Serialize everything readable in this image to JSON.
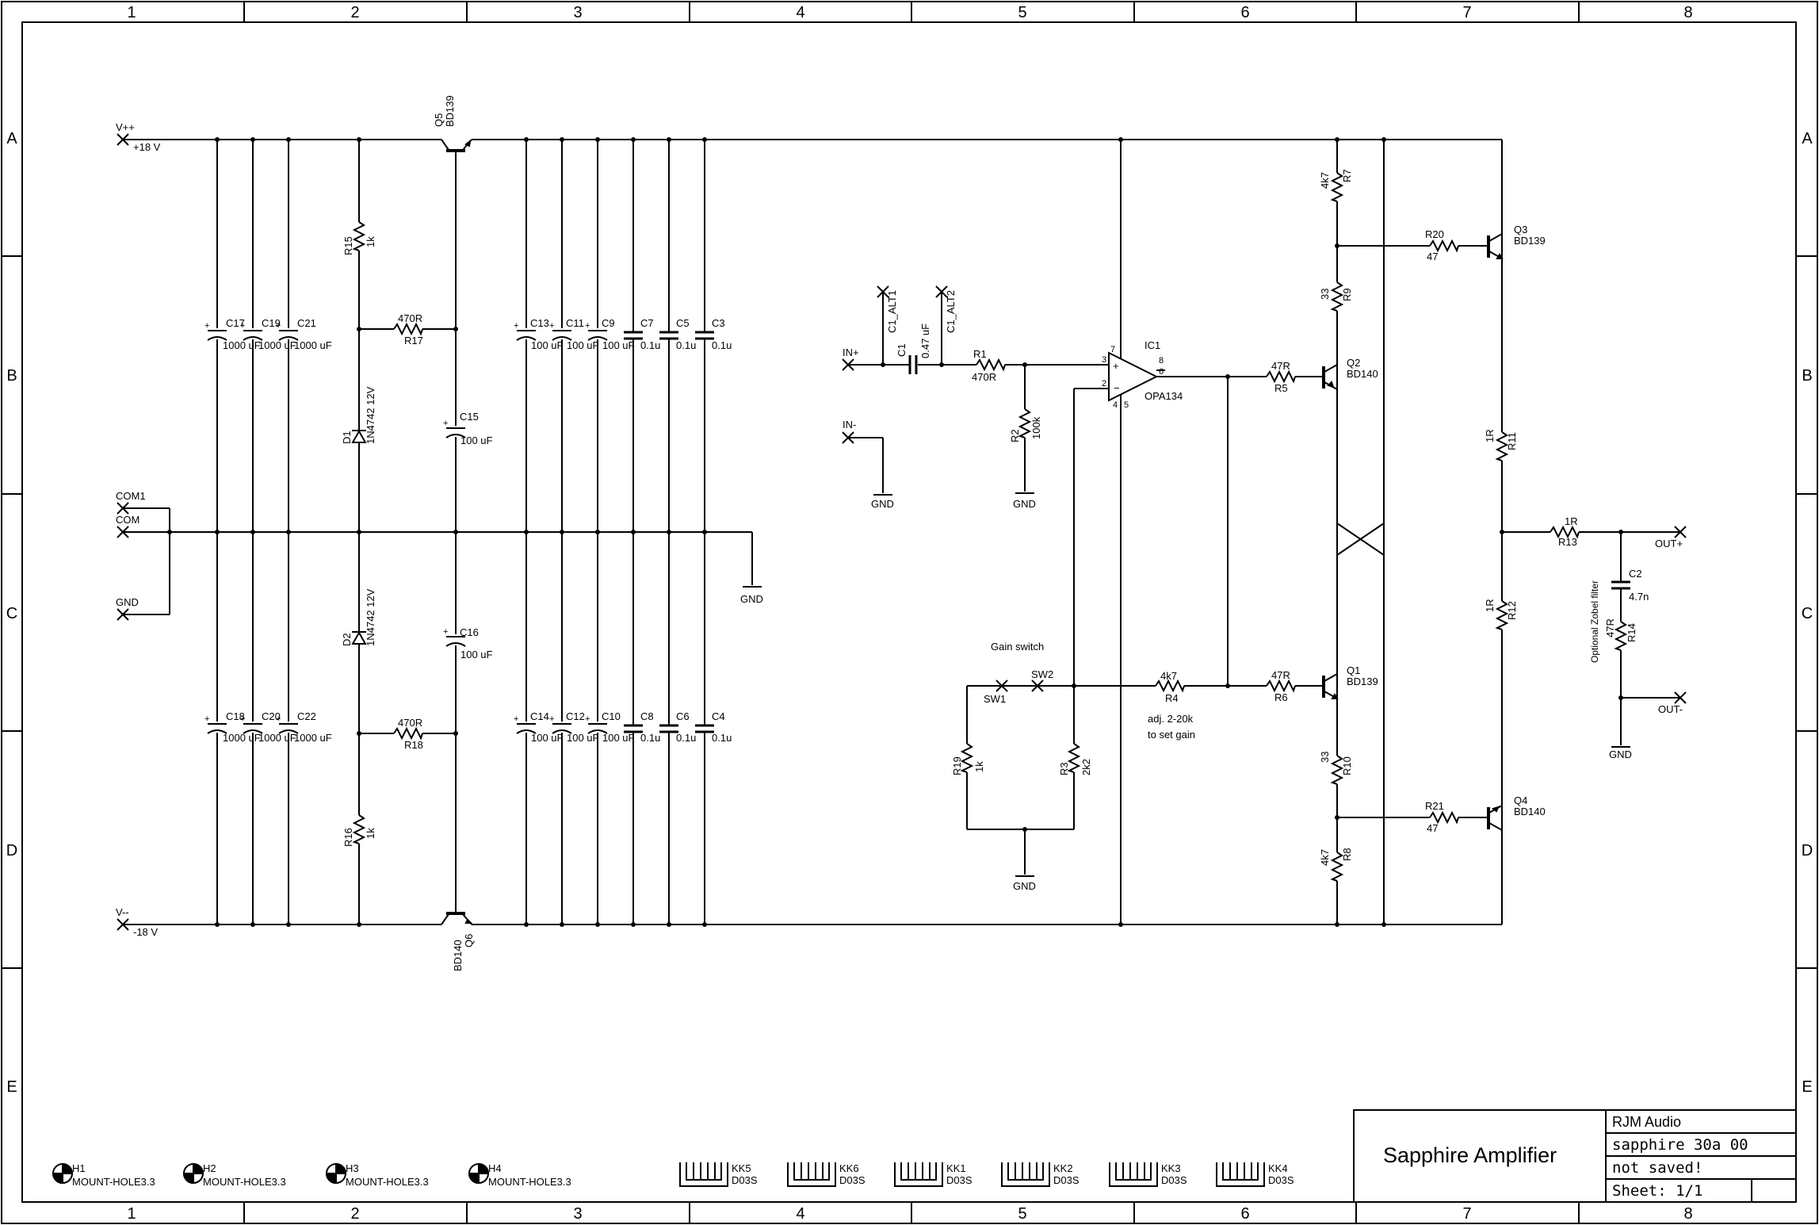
{
  "frame": {
    "columns": [
      "1",
      "2",
      "3",
      "4",
      "5",
      "6",
      "7",
      "8"
    ],
    "rows": [
      "A",
      "B",
      "C",
      "D",
      "E"
    ]
  },
  "title_block": {
    "title": "Sapphire Amplifier",
    "company": "RJM Audio",
    "doc_number": "sapphire 30a 00",
    "save_status": "not saved!",
    "sheet": "Sheet: 1/1"
  },
  "power": {
    "vpp_label": "V++",
    "vpp_value": "+18 V",
    "vmm_label": "V--",
    "vmm_value": "-18 V",
    "com1_label": "COM1",
    "com_label": "COM",
    "gnd_label": "GND"
  },
  "components": {
    "q5": {
      "ref": "Q5",
      "value": "BD139"
    },
    "q6": {
      "ref": "Q6",
      "value": "BD140"
    },
    "r15": {
      "ref": "R15",
      "value": "1k"
    },
    "r16": {
      "ref": "R16",
      "value": "1k"
    },
    "r17": {
      "ref": "R17",
      "value": "470R"
    },
    "r18": {
      "ref": "R18",
      "value": "470R"
    },
    "d1": {
      "ref": "D1",
      "value": "1N4742 12V"
    },
    "d2": {
      "ref": "D2",
      "value": "1N4742 12V"
    },
    "c15": {
      "ref": "C15",
      "value": "100 uF"
    },
    "c16": {
      "ref": "C16",
      "value": "100 uF"
    },
    "c17": {
      "ref": "C17",
      "value": "1000 uF"
    },
    "c19": {
      "ref": "C19",
      "value": "1000 uF"
    },
    "c21": {
      "ref": "C21",
      "value": "1000 uF"
    },
    "c18": {
      "ref": "C18",
      "value": "1000 uF"
    },
    "c20": {
      "ref": "C20",
      "value": "1000 uF"
    },
    "c22": {
      "ref": "C22",
      "value": "1000 uF"
    },
    "c13": {
      "ref": "C13",
      "value": "100 uF"
    },
    "c11": {
      "ref": "C11",
      "value": "100 uF"
    },
    "c9": {
      "ref": "C9",
      "value": "100 uF"
    },
    "c14": {
      "ref": "C14",
      "value": "100 uF"
    },
    "c12": {
      "ref": "C12",
      "value": "100 uF"
    },
    "c10": {
      "ref": "C10",
      "value": "100 uF"
    },
    "c7": {
      "ref": "C7",
      "value": "0.1u"
    },
    "c5": {
      "ref": "C5",
      "value": "0.1u"
    },
    "c3": {
      "ref": "C3",
      "value": "0.1u"
    },
    "c8": {
      "ref": "C8",
      "value": "0.1u"
    },
    "c6": {
      "ref": "C6",
      "value": "0.1u"
    },
    "c4": {
      "ref": "C4",
      "value": "0.1u"
    },
    "c1": {
      "ref": "C1",
      "value": "0.47 uF"
    },
    "c1_alt1": {
      "ref": "C1_ALT1"
    },
    "c1_alt2": {
      "ref": "C1_ALT2"
    },
    "r1": {
      "ref": "R1",
      "value": "470R"
    },
    "r2": {
      "ref": "R2",
      "value": "100k"
    },
    "ic1": {
      "ref": "IC1",
      "value": "OPA134"
    },
    "r3": {
      "ref": "R3",
      "value": "2k2"
    },
    "r4": {
      "ref": "R4",
      "value": "4k7"
    },
    "r19": {
      "ref": "R19",
      "value": "1k"
    },
    "r5": {
      "ref": "R5",
      "value": "47R"
    },
    "r6": {
      "ref": "R6",
      "value": "47R"
    },
    "r7": {
      "ref": "R7",
      "value": "4k7"
    },
    "r8": {
      "ref": "R8",
      "value": "4k7"
    },
    "r9": {
      "ref": "R9",
      "value": "33"
    },
    "r10": {
      "ref": "R10",
      "value": "33"
    },
    "r20": {
      "ref": "R20",
      "value": "47"
    },
    "r21": {
      "ref": "R21",
      "value": "47"
    },
    "q1": {
      "ref": "Q1",
      "value": "BD139"
    },
    "q2": {
      "ref": "Q2",
      "value": "BD140"
    },
    "q3": {
      "ref": "Q3",
      "value": "BD139"
    },
    "q4": {
      "ref": "Q4",
      "value": "BD140"
    },
    "r11": {
      "ref": "R11",
      "value": "1R"
    },
    "r12": {
      "ref": "R12",
      "value": "1R"
    },
    "r13": {
      "ref": "R13",
      "value": "1R"
    },
    "r14": {
      "ref": "R14",
      "value": "47R"
    },
    "c2": {
      "ref": "C2",
      "value": "4.7n"
    }
  },
  "labels": {
    "in_plus": "IN+",
    "in_minus": "IN-",
    "out_plus": "OUT+",
    "out_minus": "OUT-",
    "gnd": "GND",
    "sw1": "SW1",
    "sw2": "SW2",
    "gain_switch": "Gain switch",
    "adj_line1": "adj. 2-20k",
    "adj_line2": "to set gain",
    "zobel": "Optional Zobel filter",
    "pin7": "7",
    "pin3": "3",
    "pin2": "2",
    "pin4": "4",
    "pin5": "5",
    "pin8": "8",
    "pin6": "6"
  },
  "mount_holes": [
    {
      "ref": "H1",
      "value": "MOUNT-HOLE3.3"
    },
    {
      "ref": "H2",
      "value": "MOUNT-HOLE3.3"
    },
    {
      "ref": "H3",
      "value": "MOUNT-HOLE3.3"
    },
    {
      "ref": "H4",
      "value": "MOUNT-HOLE3.3"
    }
  ],
  "heatsinks": [
    {
      "ref": "KK5",
      "value": "D03S"
    },
    {
      "ref": "KK6",
      "value": "D03S"
    },
    {
      "ref": "KK1",
      "value": "D03S"
    },
    {
      "ref": "KK2",
      "value": "D03S"
    },
    {
      "ref": "KK3",
      "value": "D03S"
    },
    {
      "ref": "KK4",
      "value": "D03S"
    }
  ]
}
